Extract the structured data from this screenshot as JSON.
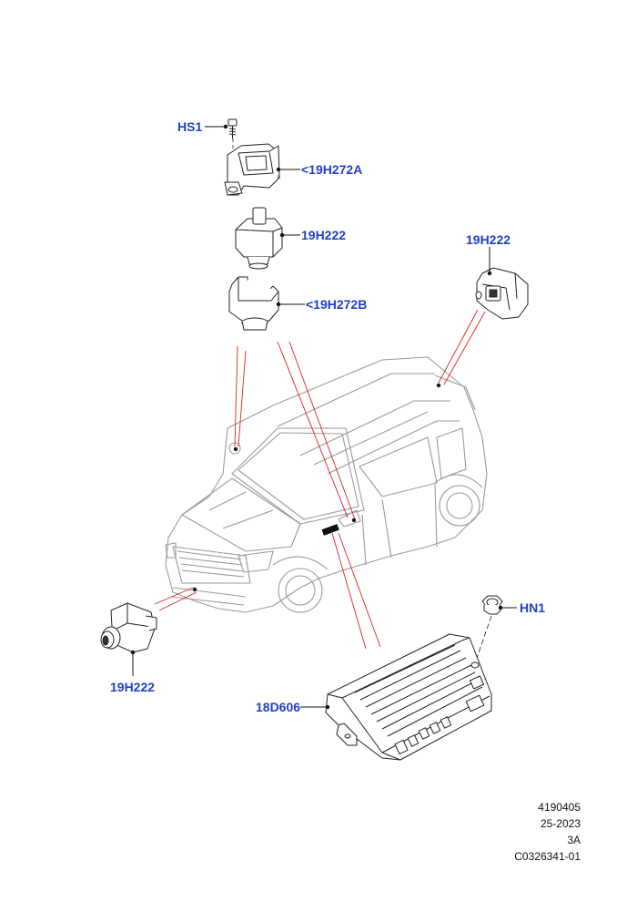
{
  "callouts": {
    "hs1": "HS1",
    "bracket_upper": "<19H272A",
    "camera_mirror": "19H222",
    "bracket_lower": "<19H272B",
    "camera_rear": "19H222",
    "camera_front": "19H222",
    "nut": "HN1",
    "module": "18D606"
  },
  "reference": {
    "line1": "4190405",
    "line2": "25-2023",
    "line3": "3A",
    "line4": "C0326341-01"
  },
  "colors": {
    "callout_text": "#1f3fc8",
    "leader_line": "#000000",
    "locator_line": "#e02020",
    "car_outline": "#9a9a9a",
    "part_outline": "#222222"
  }
}
